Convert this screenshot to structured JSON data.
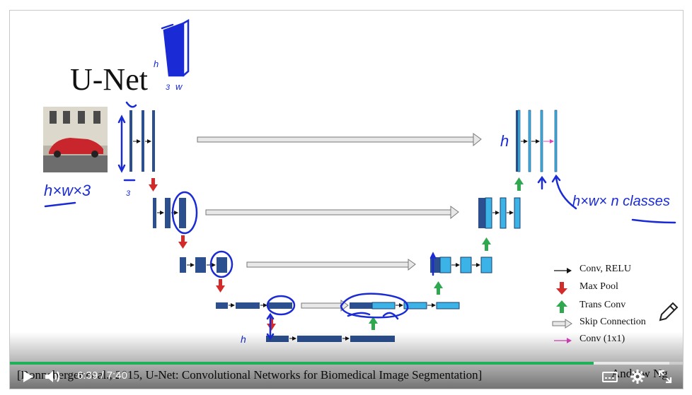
{
  "slide": {
    "title": "U-Net",
    "legend": [
      {
        "label": "Conv, RELU",
        "symbol": "black-arrow-icon"
      },
      {
        "label": "Max Pool",
        "symbol": "red-down-arrow-icon"
      },
      {
        "label": "Trans Conv",
        "symbol": "green-up-arrow-icon"
      },
      {
        "label": "Skip Connection",
        "symbol": "gray-hollow-arrow-icon"
      },
      {
        "label": "Conv (1x1)",
        "symbol": "magenta-arrow-icon"
      }
    ],
    "citation": "[Ronneberger et al., 2015, U-Net: Convolutional Networks for Biomedical Image Segmentation]",
    "author": "Andrew Ng",
    "handwriting": {
      "input_dims": "h×w×3",
      "output_dims": "h×w× n classes",
      "h": "h",
      "w": "w",
      "three": "3"
    },
    "colors": {
      "dark_block": "#2b4f8f",
      "light_block": "#3bb3e6",
      "max_pool": "#d32a2a",
      "trans_conv": "#2fa84f",
      "conv_1x1": "#e040c0",
      "ink": "#1a2bd6"
    }
  },
  "player": {
    "time_current": "6:39",
    "time_separator": "/",
    "time_total": "7:40",
    "progress": 0.867,
    "buffered": 0.98,
    "accent": "#1fb05a"
  }
}
